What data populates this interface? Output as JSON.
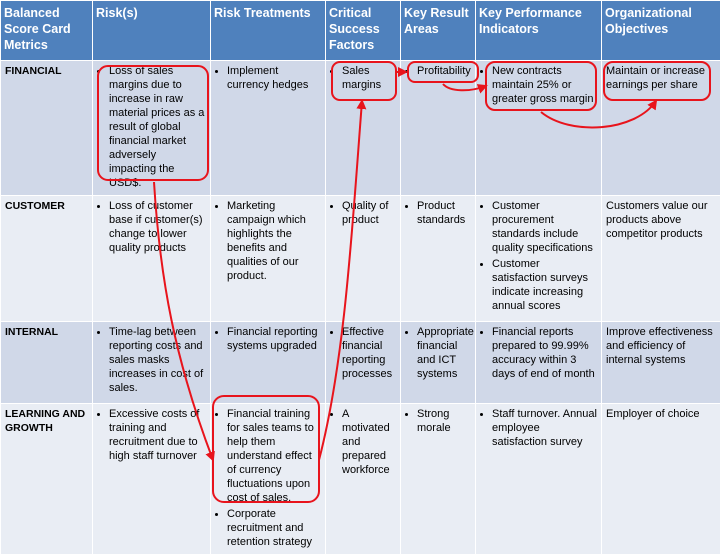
{
  "headers": [
    "Balanced Score Card Metrics",
    "Risk(s)",
    "Risk Treatments",
    "Critical Success Factors",
    "Key Result Areas",
    "Key Performance Indicators",
    "Organizational Objectives"
  ],
  "rows": [
    {
      "metric": "FINANCIAL",
      "risks": [
        "Loss of sales margins due to increase in raw material prices as a result of global financial market adversely impacting the USD$."
      ],
      "treatments": [
        "Implement currency hedges"
      ],
      "csf": [
        "Sales margins"
      ],
      "kra": [
        "Profitability"
      ],
      "kpi": [
        "New contracts maintain 25% or greater gross margin"
      ],
      "objective": "Maintain or increase earnings per share"
    },
    {
      "metric": "CUSTOMER",
      "risks": [
        "Loss of customer base if customer(s) change to lower quality products"
      ],
      "treatments": [
        "Marketing campaign which highlights the benefits and qualities of our product."
      ],
      "csf": [
        "Quality of product"
      ],
      "kra": [
        "Product standards"
      ],
      "kpi": [
        "Customer procurement standards include quality specifications",
        "Customer satisfaction surveys indicate increasing annual scores"
      ],
      "objective": "Customers value our products above competitor products"
    },
    {
      "metric": "INTERNAL",
      "risks": [
        "Time-lag between reporting costs and sales masks increases in cost of sales."
      ],
      "treatments": [
        "Financial reporting systems upgraded"
      ],
      "csf": [
        "Effective financial reporting processes"
      ],
      "kra": [
        "Appropriate financial and ICT systems"
      ],
      "kpi": [
        "Financial reports prepared to 99.99% accuracy within 3 days of end of month"
      ],
      "objective": "Improve effectiveness and efficiency of internal systems"
    },
    {
      "metric": "LEARNING AND GROWTH",
      "risks": [
        "Excessive costs of training and recruitment due to high staff turnover"
      ],
      "treatments": [
        "Financial training for sales teams to help them understand  effect of currency fluctuations upon cost of sales.",
        "Corporate recruitment and retention strategy"
      ],
      "csf": [
        "A motivated and prepared workforce"
      ],
      "kra": [
        "Strong morale"
      ],
      "kpi": [
        "Staff turnover. Annual employee satisfaction survey"
      ],
      "objective": "Employer of choice"
    }
  ],
  "colors": {
    "header_bg": "#4f81bd",
    "row_odd": "#d0d8e8",
    "row_even": "#e9edf4",
    "annotation": "#e8141c"
  }
}
